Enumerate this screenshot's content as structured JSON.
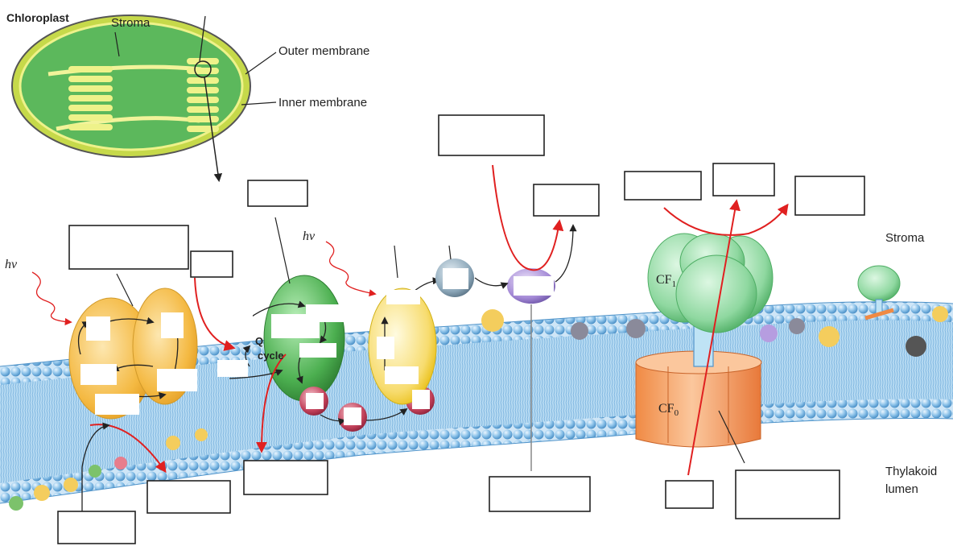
{
  "labels": {
    "chloroplast": "Chloroplast",
    "stroma_top": "Stroma",
    "outer_membrane": "Outer membrane",
    "inner_membrane": "Inner membrane",
    "stroma_right": "Stroma",
    "thylakoid": "Thylakoid",
    "lumen": "lumen",
    "hv": "hν",
    "q": "Q",
    "cycle": "cycle",
    "cf1": "CF",
    "cf1_sub": "1",
    "cf0": "CF",
    "cf0_sub": "0"
  },
  "colors": {
    "chloroplast_green": "#5cb85c",
    "psii_orange": "#f4b942",
    "cytb6f_green": "#4caf50",
    "psi_yellow": "#f7dc6f",
    "cf1_green": "#8fd8a0",
    "cf0_orange": "#f5a66d",
    "lipid_blue": "#8fc4ea",
    "arrow_red": "#e02020"
  }
}
